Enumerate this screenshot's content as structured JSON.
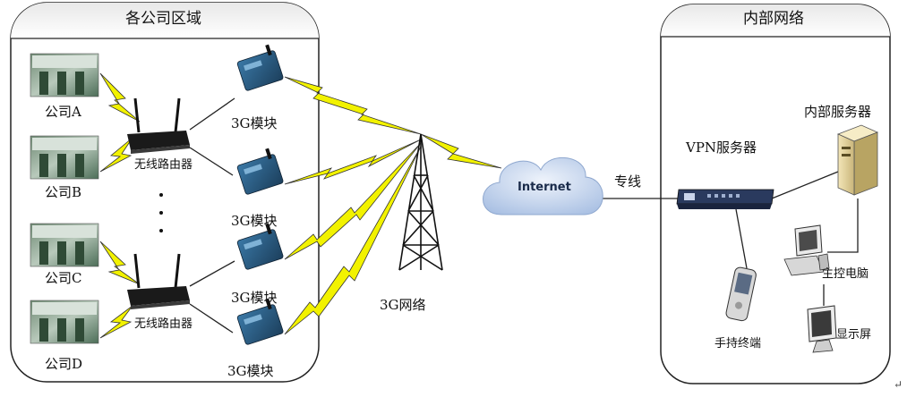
{
  "panels": {
    "left_title": "各公司区域",
    "right_title": "内部网络"
  },
  "companies": {
    "a": "公司A",
    "b": "公司B",
    "c": "公司C",
    "d": "公司D"
  },
  "routers": {
    "top": "无线路由器",
    "bottom": "无线路由器"
  },
  "modules": {
    "m1": "3G模块",
    "m2": "3G模块",
    "m3": "3G模块",
    "m4": "3G模块"
  },
  "network": {
    "tower_label": "3G网络",
    "cloud_label": "Internet",
    "dedicated_line": "专线"
  },
  "internal": {
    "vpn_server": "VPN服务器",
    "internal_server": "内部服务器",
    "host_pc": "主控电脑",
    "handheld": "手持终端",
    "display": "显示屏"
  },
  "paragraph_mark": "↵",
  "colors": {
    "lightning": "#f2f200",
    "panel_border": "#222222",
    "panel_title_bg": "#e6e6e6",
    "cloud": "#b8cce8",
    "module": "#2b5f86"
  }
}
